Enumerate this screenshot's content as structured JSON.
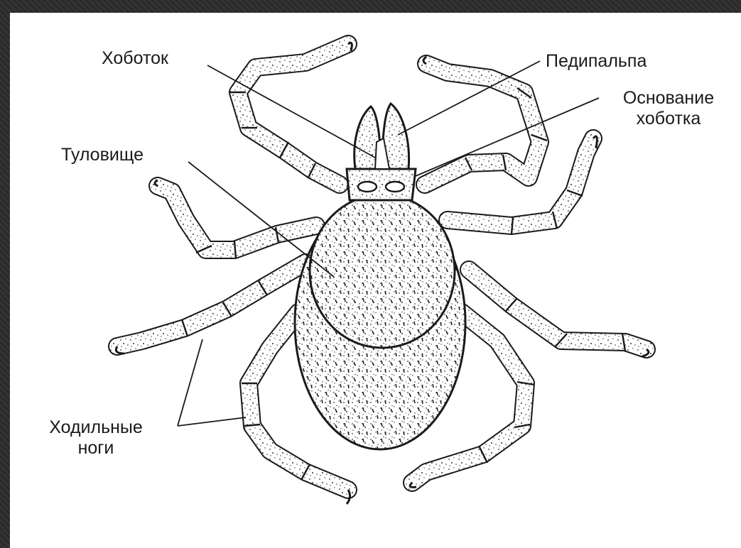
{
  "labels": {
    "proboscis": "Хоботок",
    "pedipalp": "Педипальпа",
    "proboscis_base_line1": "Основание",
    "proboscis_base_line2": "хоботка",
    "body": "Туловище",
    "legs_line1": "Ходильные",
    "legs_line2": "ноги"
  },
  "colors": {
    "ink": "#1a1a1a",
    "paper": "#ffffff",
    "frame": "#2b2b2b"
  }
}
